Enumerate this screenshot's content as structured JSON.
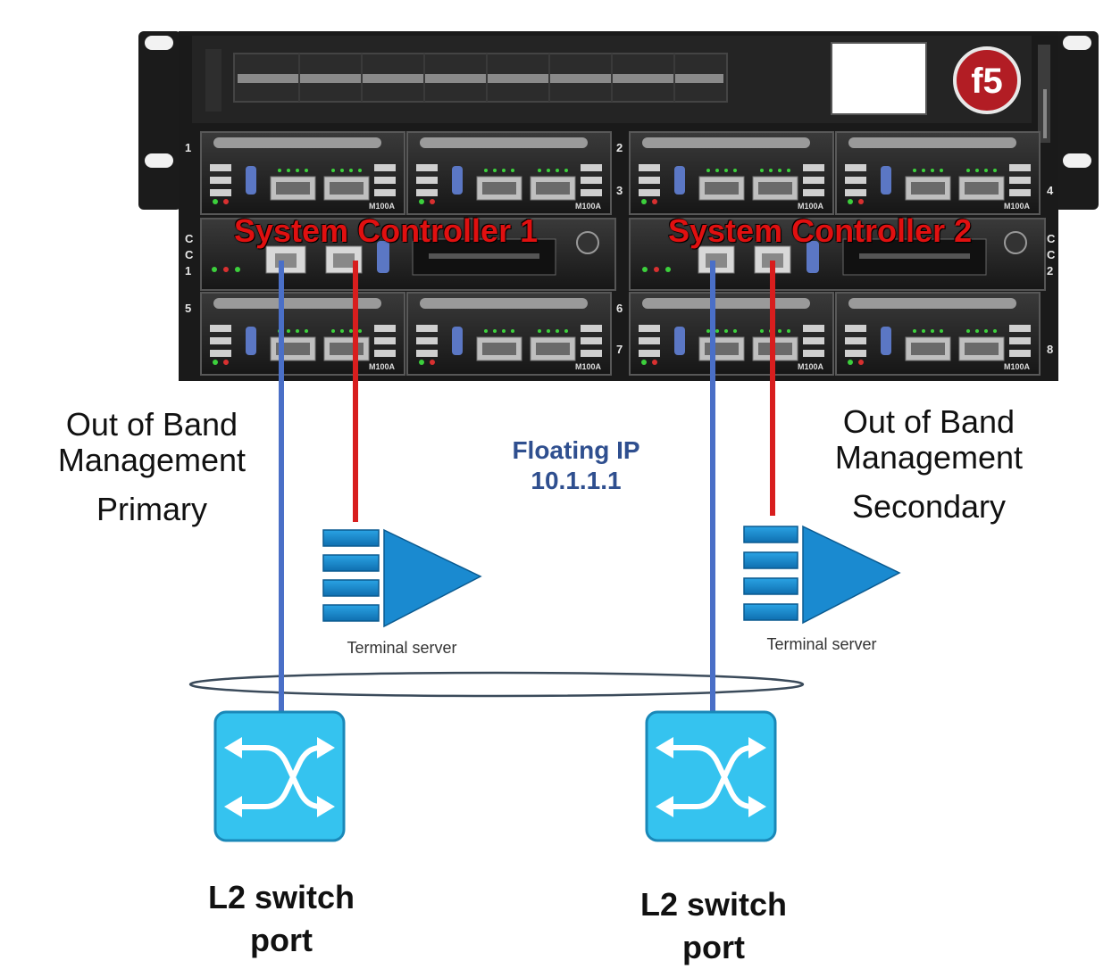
{
  "chassis": {
    "logo": "f5",
    "controllers": [
      {
        "label": "System Controller 1",
        "side": "CC 1"
      },
      {
        "label": "System Controller 2",
        "side": "CC 2"
      }
    ],
    "slot_numbers": [
      "1",
      "2",
      "3",
      "4",
      "5",
      "6",
      "7",
      "8"
    ],
    "cc_letters": [
      "C",
      "C"
    ],
    "cc1_number": "1",
    "cc2_number": "2",
    "blade_model": "M100A"
  },
  "oob_primary": {
    "line1": "Out of Band",
    "line2": "Management",
    "line3": "Primary"
  },
  "oob_secondary": {
    "line1": "Out of Band",
    "line2": "Management",
    "line3": "Secondary"
  },
  "floating_ip": {
    "line1": "Floating IP",
    "line2": "10.1.1.1"
  },
  "terminal_servers": [
    {
      "label": "Terminal server"
    },
    {
      "label": "Terminal server"
    }
  ],
  "switches": [
    {
      "line1": "L2 switch",
      "line2": "port"
    },
    {
      "line1": "L2 switch",
      "line2": "port"
    }
  ],
  "colors": {
    "mgmt_link": "#4a6fc7",
    "console_link": "#d81e1e",
    "switch_fill": "#35c3ef",
    "switch_border": "#1a88b8",
    "terminal_fill": "#1c8fd1",
    "controller_text": "#e01010"
  }
}
